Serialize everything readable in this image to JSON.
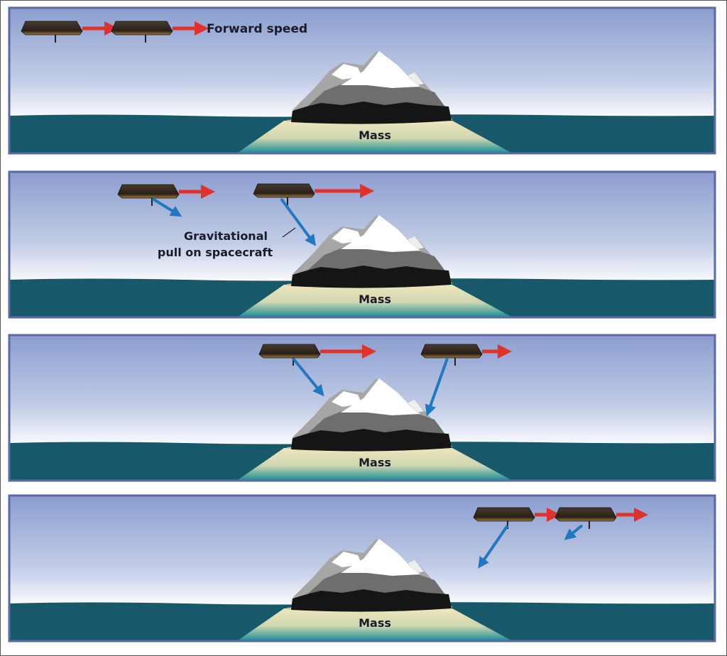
{
  "panels": [
    {
      "mass_label": "Mass",
      "caption": "Forward speed"
    },
    {
      "mass_label": "Mass",
      "caption_line1": "Gravitational",
      "caption_line2": "pull on spacecraft"
    },
    {
      "mass_label": "Mass"
    },
    {
      "mass_label": "Mass"
    }
  ],
  "colors": {
    "sky_top": "#8d9fcf",
    "sky_bottom": "#ffffff",
    "water": "#17596a",
    "panel_border": "#5a6aa8",
    "forward_arrow": "#e0322b",
    "gravity_arrow": "#1f78c0",
    "sand": "#e8e0b4"
  }
}
